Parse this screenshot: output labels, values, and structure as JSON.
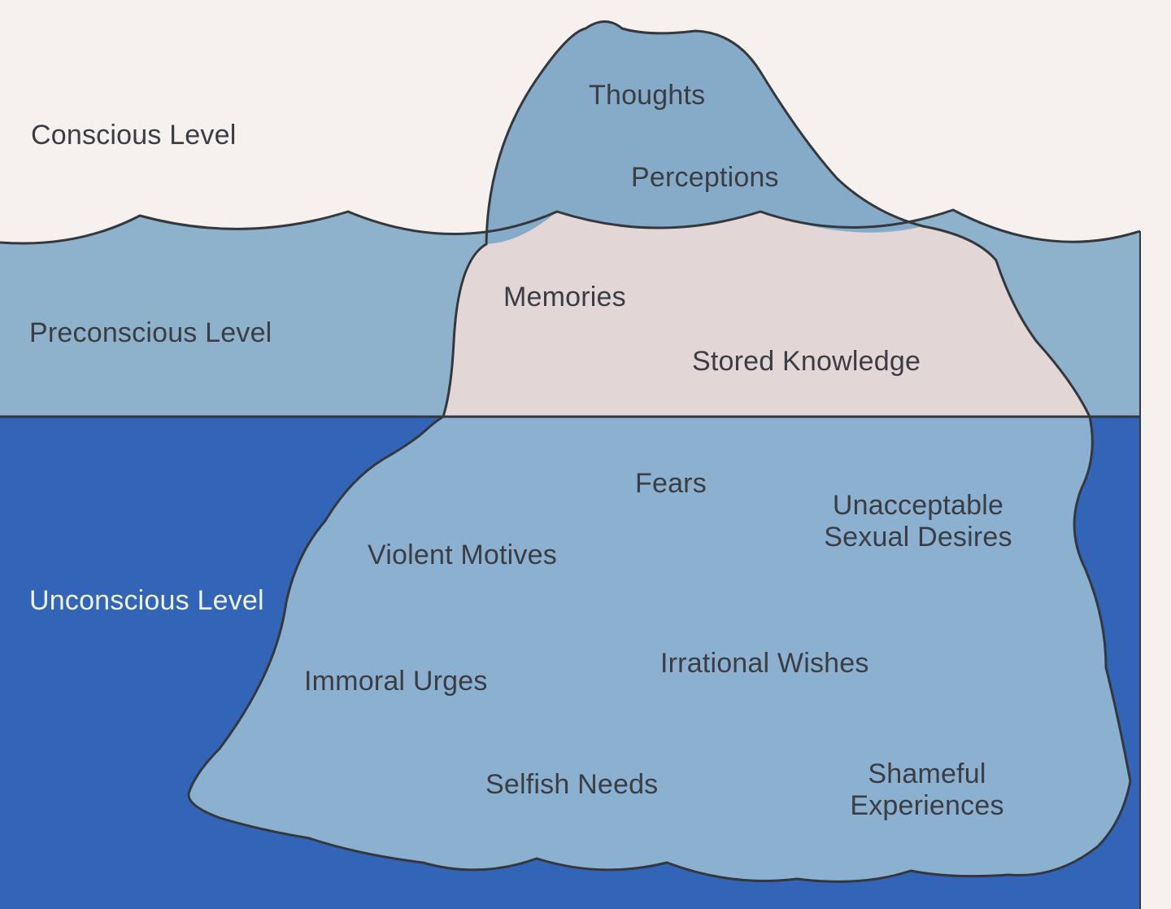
{
  "diagram": {
    "levels": {
      "conscious": "Conscious Level",
      "preconscious": "Preconscious Level",
      "unconscious": "Unconscious Level"
    },
    "conscious_items": [
      "Thoughts",
      "Perceptions"
    ],
    "preconscious_items": [
      "Memories",
      "Stored Knowledge"
    ],
    "unconscious_items": {
      "fears": "Fears",
      "unacceptable_sexual_desires": [
        "Unacceptable",
        "Sexual Desires"
      ],
      "violent_motives": "Violent Motives",
      "irrational_wishes": "Irrational Wishes",
      "immoral_urges": "Immoral Urges",
      "selfish_needs": "Selfish Needs",
      "shameful_experiences": [
        "Shameful",
        "Experiences"
      ]
    },
    "colors": {
      "sky": "#f6f1ef",
      "preconscious_water": "#8fb2cc",
      "unconscious_water": "#3264b8",
      "iceberg_tip": "#86abc9",
      "iceberg_preconscious": "#e2d6d6",
      "iceberg_unconscious": "#8cb0cf",
      "outline": "#34383d"
    }
  }
}
